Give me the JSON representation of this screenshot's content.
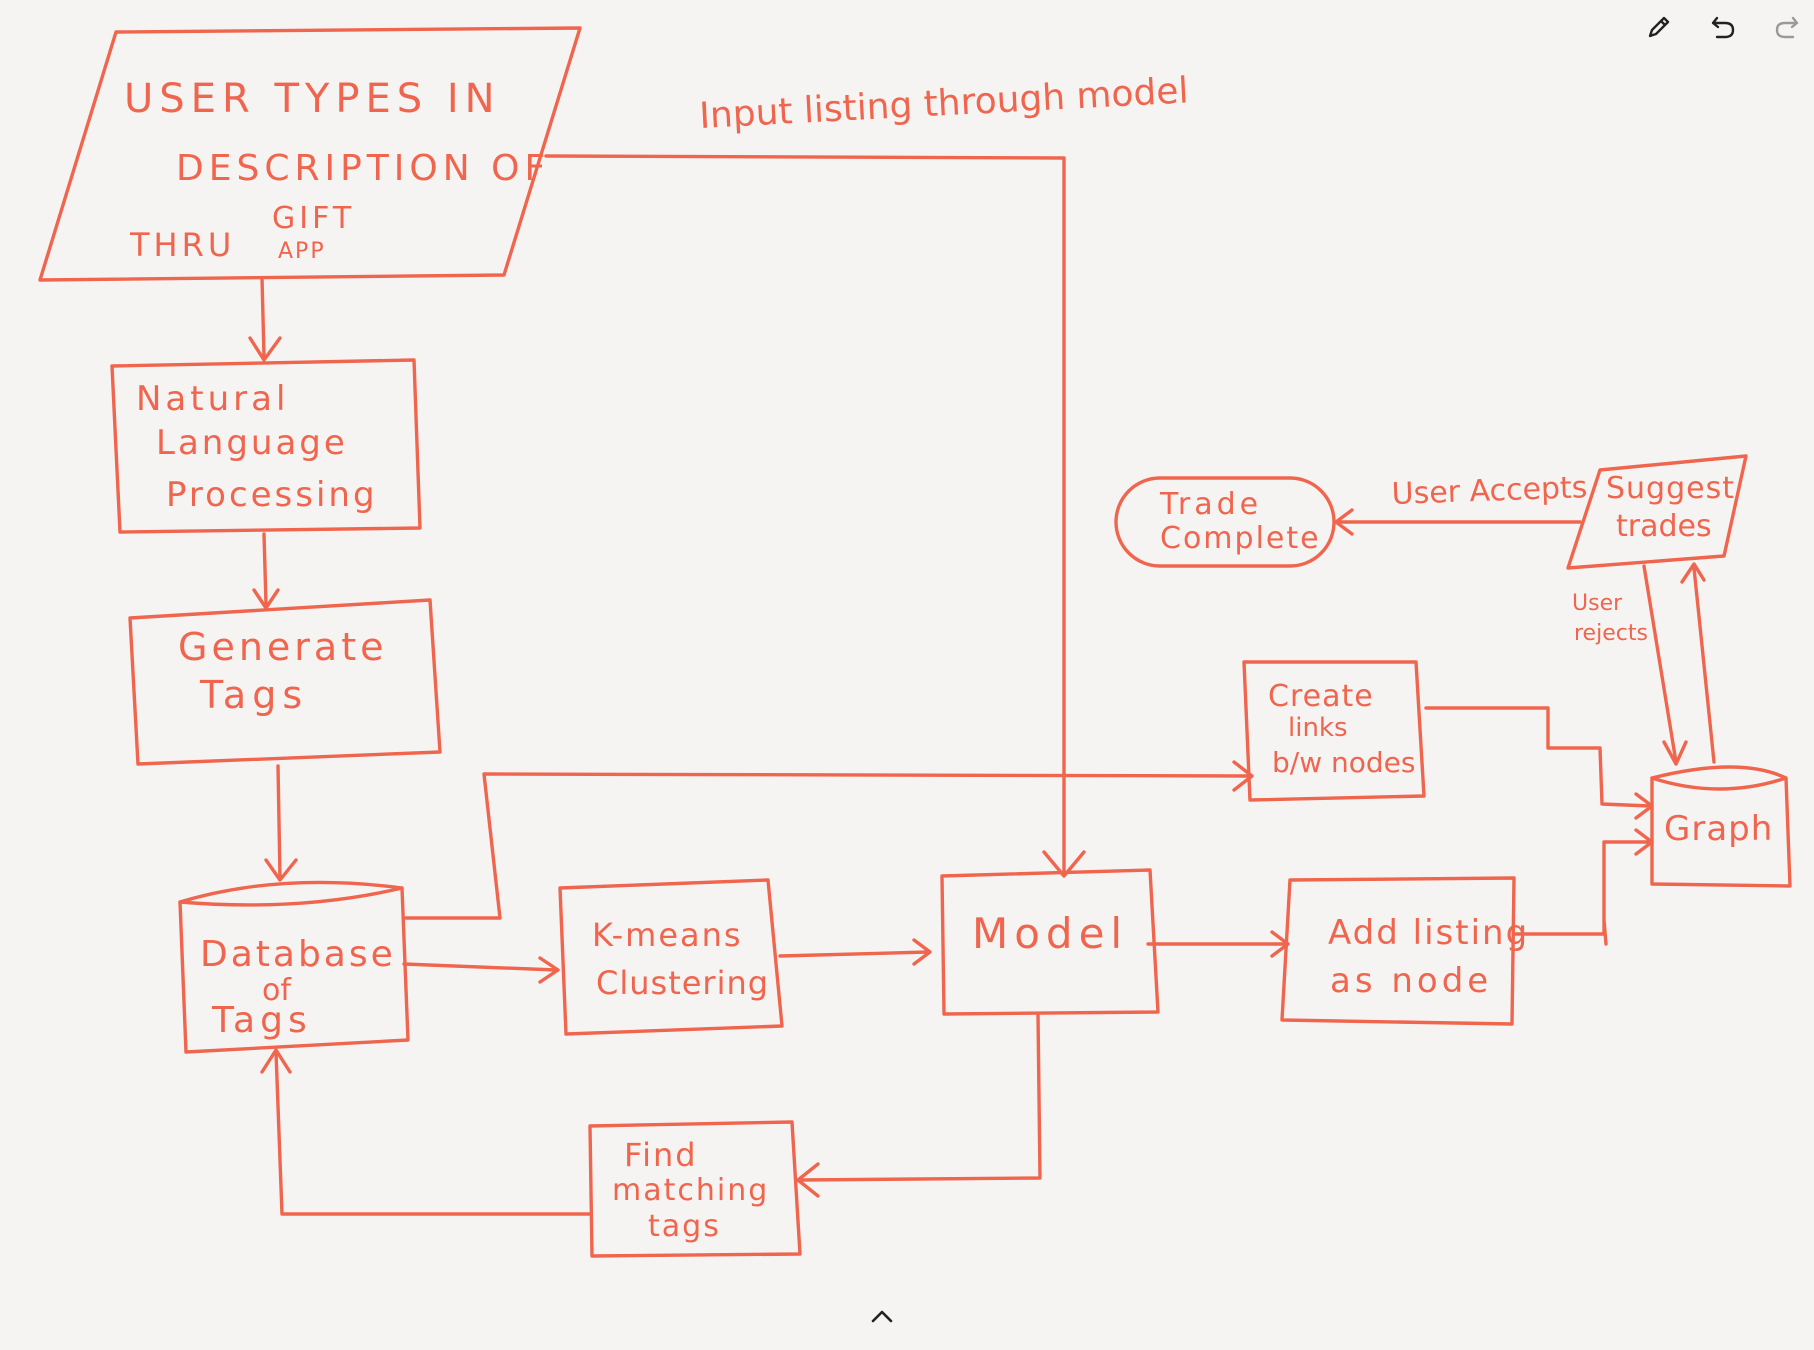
{
  "toolbar": {
    "pencil": "pencil-icon",
    "undo": "undo-icon",
    "redo": "redo-icon"
  },
  "footer": {
    "expand": "chevron-up-icon"
  },
  "colors": {
    "ink": "#f0654d",
    "paper": "#f6f4f3",
    "icon": "#222222"
  },
  "diagram": {
    "input_label": "Input listing through model",
    "start": {
      "line1": "USER TYPES IN",
      "line2": "DESCRIPTION OF",
      "thru": "THRU",
      "gift": "GIFT",
      "app": "APP"
    },
    "nlp": {
      "line1": "Natural",
      "line2": "Language",
      "line3": "Processing"
    },
    "gen": {
      "line1": "Generate",
      "line2": "Tags"
    },
    "db": {
      "line1": "Database",
      "line2": "of",
      "line3": "Tags"
    },
    "kmeans": {
      "line1": "K-means",
      "line2": "Clustering"
    },
    "model": {
      "line1": "Model"
    },
    "find": {
      "line1": "Find",
      "line2": "matching",
      "line3": "tags"
    },
    "create": {
      "line1": "Create",
      "line2": "links",
      "line3": "b/w nodes"
    },
    "add": {
      "line1": "Add listing",
      "line2": "as node"
    },
    "graph": {
      "line1": "Graph"
    },
    "suggest": {
      "line1": "Suggest",
      "line2": "trades"
    },
    "trade": {
      "line1": "Trade",
      "line2": "Complete"
    },
    "accepts": "User Accepts",
    "rejects": {
      "line1": "User",
      "line2": "rejects"
    }
  }
}
